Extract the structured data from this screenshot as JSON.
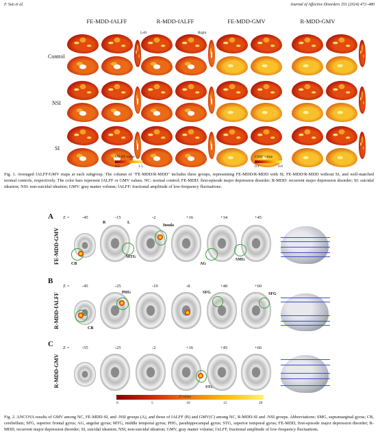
{
  "header": {
    "left": "F. Sun et al.",
    "right": "Journal of Affective Disorders 351 (2024) 472–480"
  },
  "fig1": {
    "columns": [
      "FE-MDD-fALFF",
      "R-MDD-fALFF",
      "FE-MDD-GMV",
      "R-MDD-GMV"
    ],
    "left_label": "Left",
    "right_label": "Right",
    "rows": [
      "Control",
      "NSI",
      "SI"
    ],
    "falff_bar": {
      "label": "fALFF value",
      "min": "0.5",
      "max": "1.5"
    },
    "gmv_bar": {
      "label": "GMV value",
      "min": "0.1",
      "max": "0.8"
    },
    "caption": "Fig. 1. Averaged fALFF/GMV maps at each subgroup. The column of \"FE-MDD/R-MDD\" includes three groups, representing FE-MDD/R-MDD with SI, FE-MDD/R-MDD without SI, and well-matched normal controls, respectively. The color bars represent fALFF or GMV values. NC: normal control; FE-MDD: first-episode major depression disorder; R-MDD: recurrent major depression disorder; SI: suicidal ideation; NSI: non-suicidal ideation; GMV: gray matter volume; fALFF: fractional amplitude of low-frequency fluctuations."
  },
  "fig2": {
    "panels": [
      {
        "letter": "A",
        "label": "FE-MDD-GMV",
        "z": [
          "-45",
          "-15",
          "-2",
          "+16",
          "+34",
          "+45"
        ],
        "regions": [
          "CB",
          "MTG",
          "Insula",
          "AG",
          "SMG"
        ],
        "hemi": [
          "R",
          "L"
        ]
      },
      {
        "letter": "B",
        "label": "R-MDD-fALFF",
        "z": [
          "-45",
          "-25",
          "-19",
          "-8",
          "+48",
          "+60"
        ],
        "regions": [
          "CB",
          "PHG",
          "SFG",
          "SFG"
        ]
      },
      {
        "letter": "C",
        "label": "R-MDD-GMV",
        "z": [
          "-55",
          "-25",
          "-2",
          "+16",
          "+45",
          "+66"
        ],
        "regions": [
          "STG"
        ]
      }
    ],
    "z_prefix": "Z =",
    "fbar": {
      "label": "F-value",
      "ticks": [
        "0",
        "5",
        "10",
        "15",
        "20"
      ]
    },
    "caption": "Fig. 2. ANCOVA results of GMV among NC, FE-MDD-SI, and -NSI groups (A), and those of fALFF (B) and GMV(C) among NC, R-MDD-SI and -NSI groups. Abbreviations: SMG, supramarginal gyrus; CB, cerebellum; SFG, superior frontal gyrus; AG, angular gyrus; MTG, middle temporal gyrus; PHG, parahippocampal gyrus; STG, superior temporal gyrus; FE-MDD, first-episode major depression disorder; R-MDD, recurrent major depression disorder; SI, suicidal ideation; NSI, non-suicidal ideation; GMV, gray matter volume; fALFF, fractional amplitude of low-frequency fluctuations."
  }
}
